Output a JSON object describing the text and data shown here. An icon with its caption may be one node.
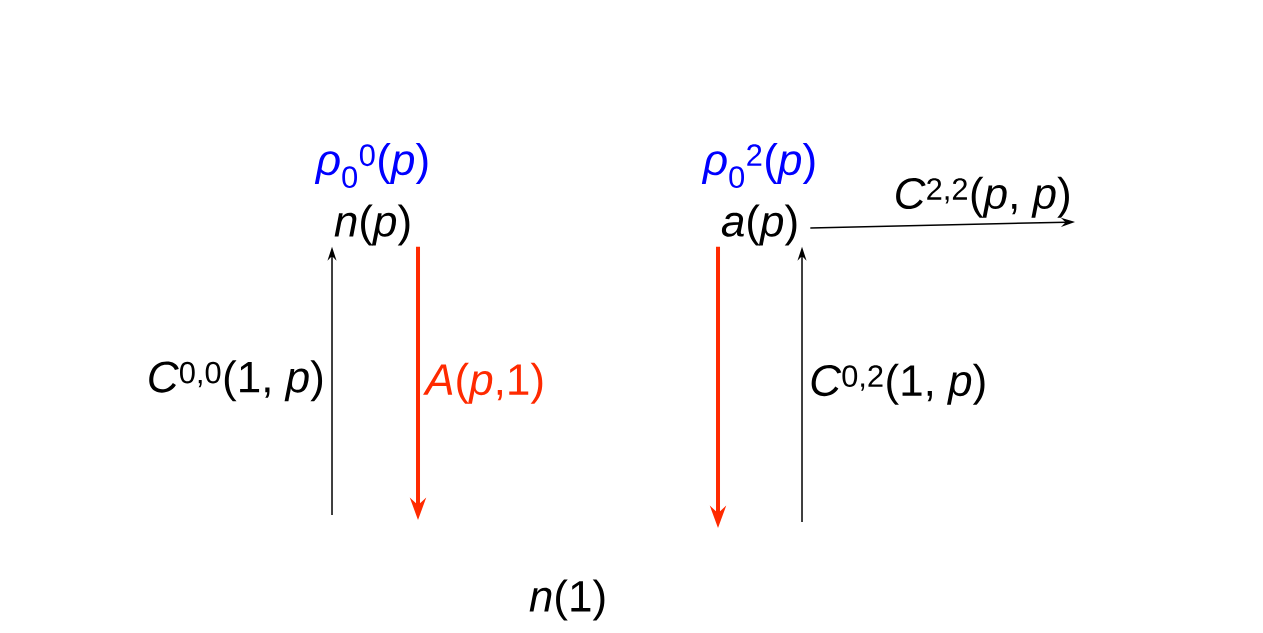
{
  "diagram": {
    "nodes": [
      {
        "text": [
          "*n*(*p*)"
        ],
        "beside": [
          "*ρ*$_{0}$$^{0}$(*p*)"
        ]
      },
      {
        "text": [
          "*a*(*p*)"
        ],
        "beside": [
          "*ρ*$_{0}$$^{2}$(*p*)"
        ]
      },
      {
        "text": [
          "*n*(1)"
        ]
      }
    ],
    "edges": [
      {
        "from": null,
        "to": 0,
        "arrow": "to",
        "label": "*C*$^{0,0}$(1, *p*)"
      },
      {
        "from": 0,
        "to": null,
        "arrow": "to",
        "label": "*A*(*p*,1)",
        "style": "thick",
        "color": "#ff2a00"
      },
      {
        "from": 1,
        "to": null,
        "arrow": "to",
        "style": "thick",
        "color": "#ff2a00"
      },
      {
        "from": null,
        "to": 1,
        "arrow": "to",
        "label": "*C*$^{0,2}$(1, *p*)"
      },
      {
        "from": 1,
        "to": null,
        "arrow": "to",
        "label": "*C*$^{2,2}$(*p*, *p*)"
      }
    ]
  }
}
